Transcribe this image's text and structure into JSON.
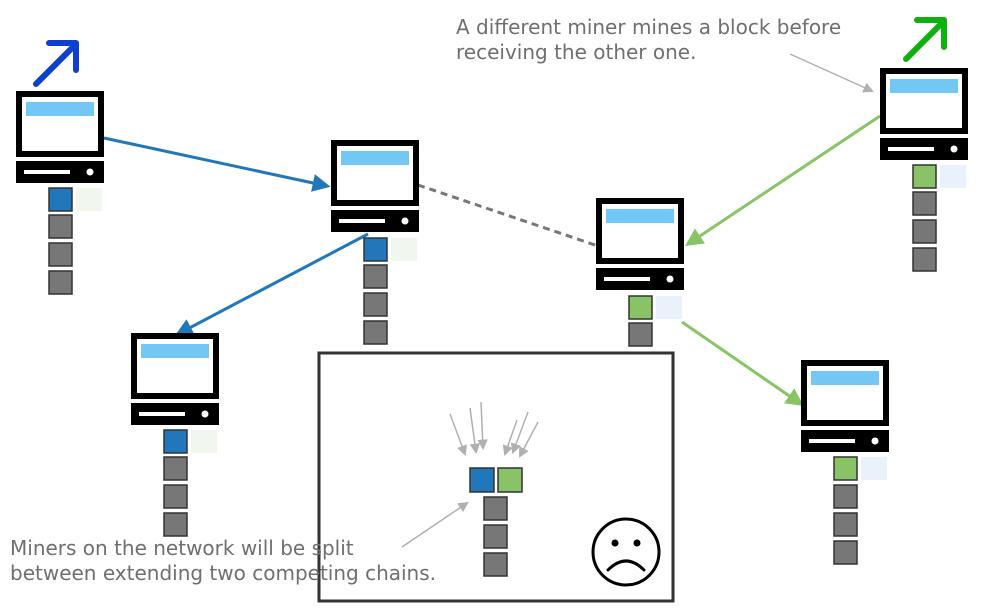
{
  "annotations": {
    "fork_note": [
      "A different miner mines a block before",
      "receiving the other one."
    ],
    "split_note": [
      "Miners on the network will be split",
      "between extending two competing chains."
    ]
  },
  "icons": [
    "up-right-arrow-icon",
    "computer-icon",
    "sad-face-icon"
  ],
  "colors": {
    "blue_chain": "#2277bb",
    "green_chain": "#88c466",
    "old_block": "#777777",
    "screen": "#72c7f5",
    "mining_arrow_blue": "#0d3fd1",
    "mining_arrow_green": "#10b010",
    "annotation_text": "#6f6f6f"
  }
}
